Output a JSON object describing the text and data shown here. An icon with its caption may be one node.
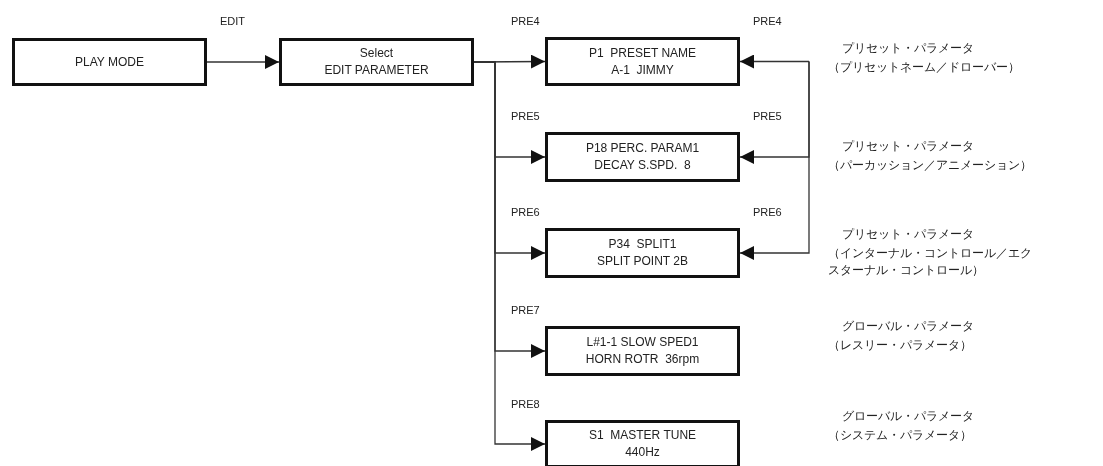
{
  "diagram": {
    "nodes": [
      {
        "text": [
          "PLAY MODE"
        ]
      },
      {
        "text": [
          "Select",
          "EDIT PARAMETER"
        ]
      },
      {
        "text": [
          "P1  PRESET NAME",
          "A-1  JIMMY"
        ],
        "beside": [
          "プリセット・パラメータ",
          "（プリセットネーム／ドローバー）"
        ]
      },
      {
        "text": [
          "P18 PERC. PARAM1",
          "DECAY S.SPD.  8"
        ],
        "beside": [
          "プリセット・パラメータ",
          "（パーカッション／アニメーション）"
        ]
      },
      {
        "text": [
          "P34  SPLIT1",
          "SPLIT POINT 2B"
        ],
        "beside": [
          "プリセット・パラメータ",
          "（インターナル・コントロール／エクスターナル・コントロール）"
        ]
      },
      {
        "text": [
          "L#1-1 SLOW SPED1",
          "HORN ROTR  36rpm"
        ],
        "beside": [
          "グローバル・パラメータ",
          "（レスリー・パラメータ）"
        ]
      },
      {
        "text": [
          "S1  MASTER TUNE",
          "440Hz"
        ],
        "beside": [
          "グローバル・パラメータ",
          "（システム・パラメータ）"
        ]
      }
    ],
    "edges": [
      {
        "from": 0,
        "to": 1,
        "arrow": "to",
        "label": "EDIT"
      },
      {
        "from": 1,
        "to": 2,
        "arrow": "to",
        "label": "PRE4"
      },
      {
        "from": 1,
        "to": 3,
        "arrow": "to",
        "label": "PRE5"
      },
      {
        "from": 1,
        "to": 4,
        "arrow": "to",
        "label": "PRE6"
      },
      {
        "from": 1,
        "to": 5,
        "arrow": "to",
        "label": "PRE7"
      },
      {
        "from": 1,
        "to": 6,
        "arrow": "to",
        "label": "PRE8"
      },
      {
        "from": null,
        "to": 2,
        "arrow": "to",
        "label": "PRE4"
      },
      {
        "from": null,
        "to": 3,
        "arrow": "to",
        "label": "PRE5"
      },
      {
        "from": null,
        "to": 4,
        "arrow": "to",
        "label": "PRE6"
      }
    ]
  }
}
